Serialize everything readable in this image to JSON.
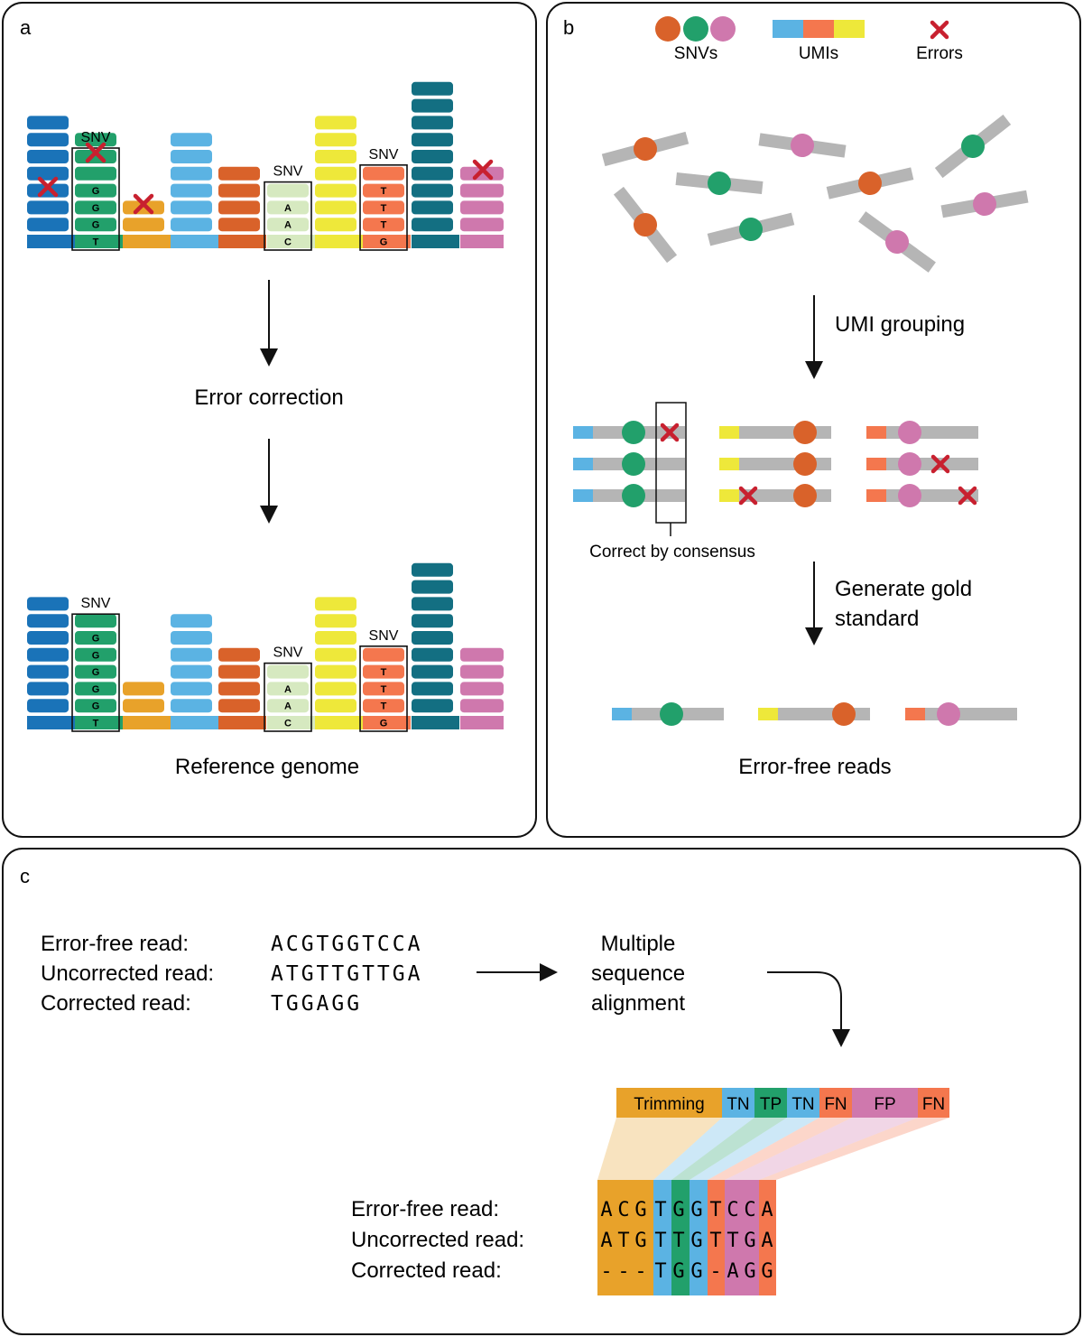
{
  "panels": {
    "a": {
      "label": "a",
      "snv_label": "SNV",
      "top_alleles": {
        "col1": [
          "",
          "G",
          "G",
          "G",
          "T"
        ],
        "col2": [
          "A",
          "A",
          "C"
        ],
        "col3": [
          "T",
          "T",
          "T",
          "G"
        ]
      },
      "bottom_alleles": {
        "col1": [
          "G",
          "G",
          "G",
          "G",
          "G",
          "T"
        ],
        "col2": [
          "A",
          "A",
          "C"
        ],
        "col3": [
          "T",
          "T",
          "T",
          "G"
        ]
      },
      "step_label": "Error correction",
      "bottom_label": "Reference genome"
    },
    "b": {
      "label": "b",
      "legend": {
        "snvs": "SNVs",
        "umis": "UMIs",
        "errors": "Errors"
      },
      "step1_label": "UMI grouping",
      "consensus_label": "Correct by consensus",
      "step2_label_line1": "Generate gold",
      "step2_label_line2": "standard",
      "bottom_label": "Error-free reads"
    },
    "c": {
      "label": "c",
      "reads": [
        {
          "label": "Error-free read:",
          "seq": "ACGTGGTCCA"
        },
        {
          "label": "Uncorrected read:",
          "seq": "ATGTTGTTGA"
        },
        {
          "label": "Corrected read:",
          "seq": "TGGAGG"
        }
      ],
      "msa_label_line1": "Multiple",
      "msa_label_line2": "sequence",
      "msa_label_line3": "alignment",
      "segments": [
        "Trimming",
        "TN",
        "TP",
        "TN",
        "FN",
        "FP",
        "FN"
      ],
      "aligned": [
        {
          "label": "Error-free read:",
          "seq": "ACGTGGTCCA"
        },
        {
          "label": "Uncorrected read:",
          "seq": "ATGTTGTTGA"
        },
        {
          "label": "Corrected read:",
          "seq": "---TGG-AGG"
        }
      ]
    }
  },
  "colors": {
    "dark_blue": "#1a73b8",
    "green": "#22a06b",
    "orange": "#e8a22a",
    "light_blue": "#5bb3e3",
    "red_orange": "#d9622a",
    "light_green": "#d6e9c0",
    "yellow": "#eee83a",
    "salmon": "#f4774e",
    "teal": "#136f82",
    "pink": "#cf78ad",
    "error_red": "#c8202f",
    "gray": "#b5b5b5"
  }
}
